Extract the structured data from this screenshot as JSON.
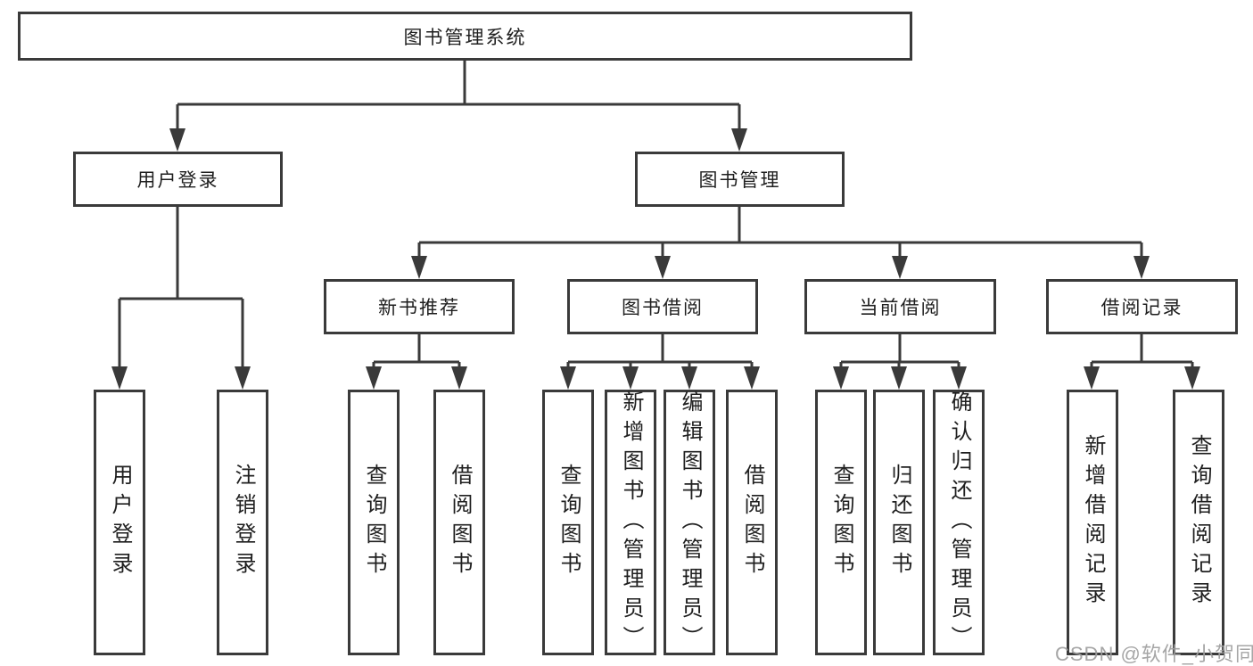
{
  "diagram_type": "hierarchy-tree",
  "colors": {
    "line": "#3a3a3a",
    "box_border": "#3a3a3a",
    "box_background": "#ffffff",
    "text": "#1f1f1f",
    "watermark": "#9e9e9e",
    "page_background": "#ffffff"
  },
  "tree": {
    "root": {
      "label": "图书管理系统",
      "children": [
        {
          "label": "用户登录",
          "children": [
            {
              "label": "用户登录"
            },
            {
              "label": "注销登录"
            }
          ]
        },
        {
          "label": "图书管理",
          "children": [
            {
              "label": "新书推荐",
              "children": [
                {
                  "label": "查询图书"
                },
                {
                  "label": "借阅图书"
                }
              ]
            },
            {
              "label": "图书借阅",
              "children": [
                {
                  "label": "查询图书"
                },
                {
                  "label": "新增图书（管理员）"
                },
                {
                  "label": "编辑图书（管理员）"
                },
                {
                  "label": "借阅图书"
                }
              ]
            },
            {
              "label": "当前借阅",
              "children": [
                {
                  "label": "查询图书"
                },
                {
                  "label": "归还图书"
                },
                {
                  "label": "确认归还（管理员）"
                }
              ]
            },
            {
              "label": "借阅记录",
              "children": [
                {
                  "label": "新增借阅记录"
                },
                {
                  "label": "查询借阅记录"
                }
              ]
            }
          ]
        }
      ]
    }
  },
  "watermark": {
    "text": "CSDN @软件_小贺同学"
  }
}
